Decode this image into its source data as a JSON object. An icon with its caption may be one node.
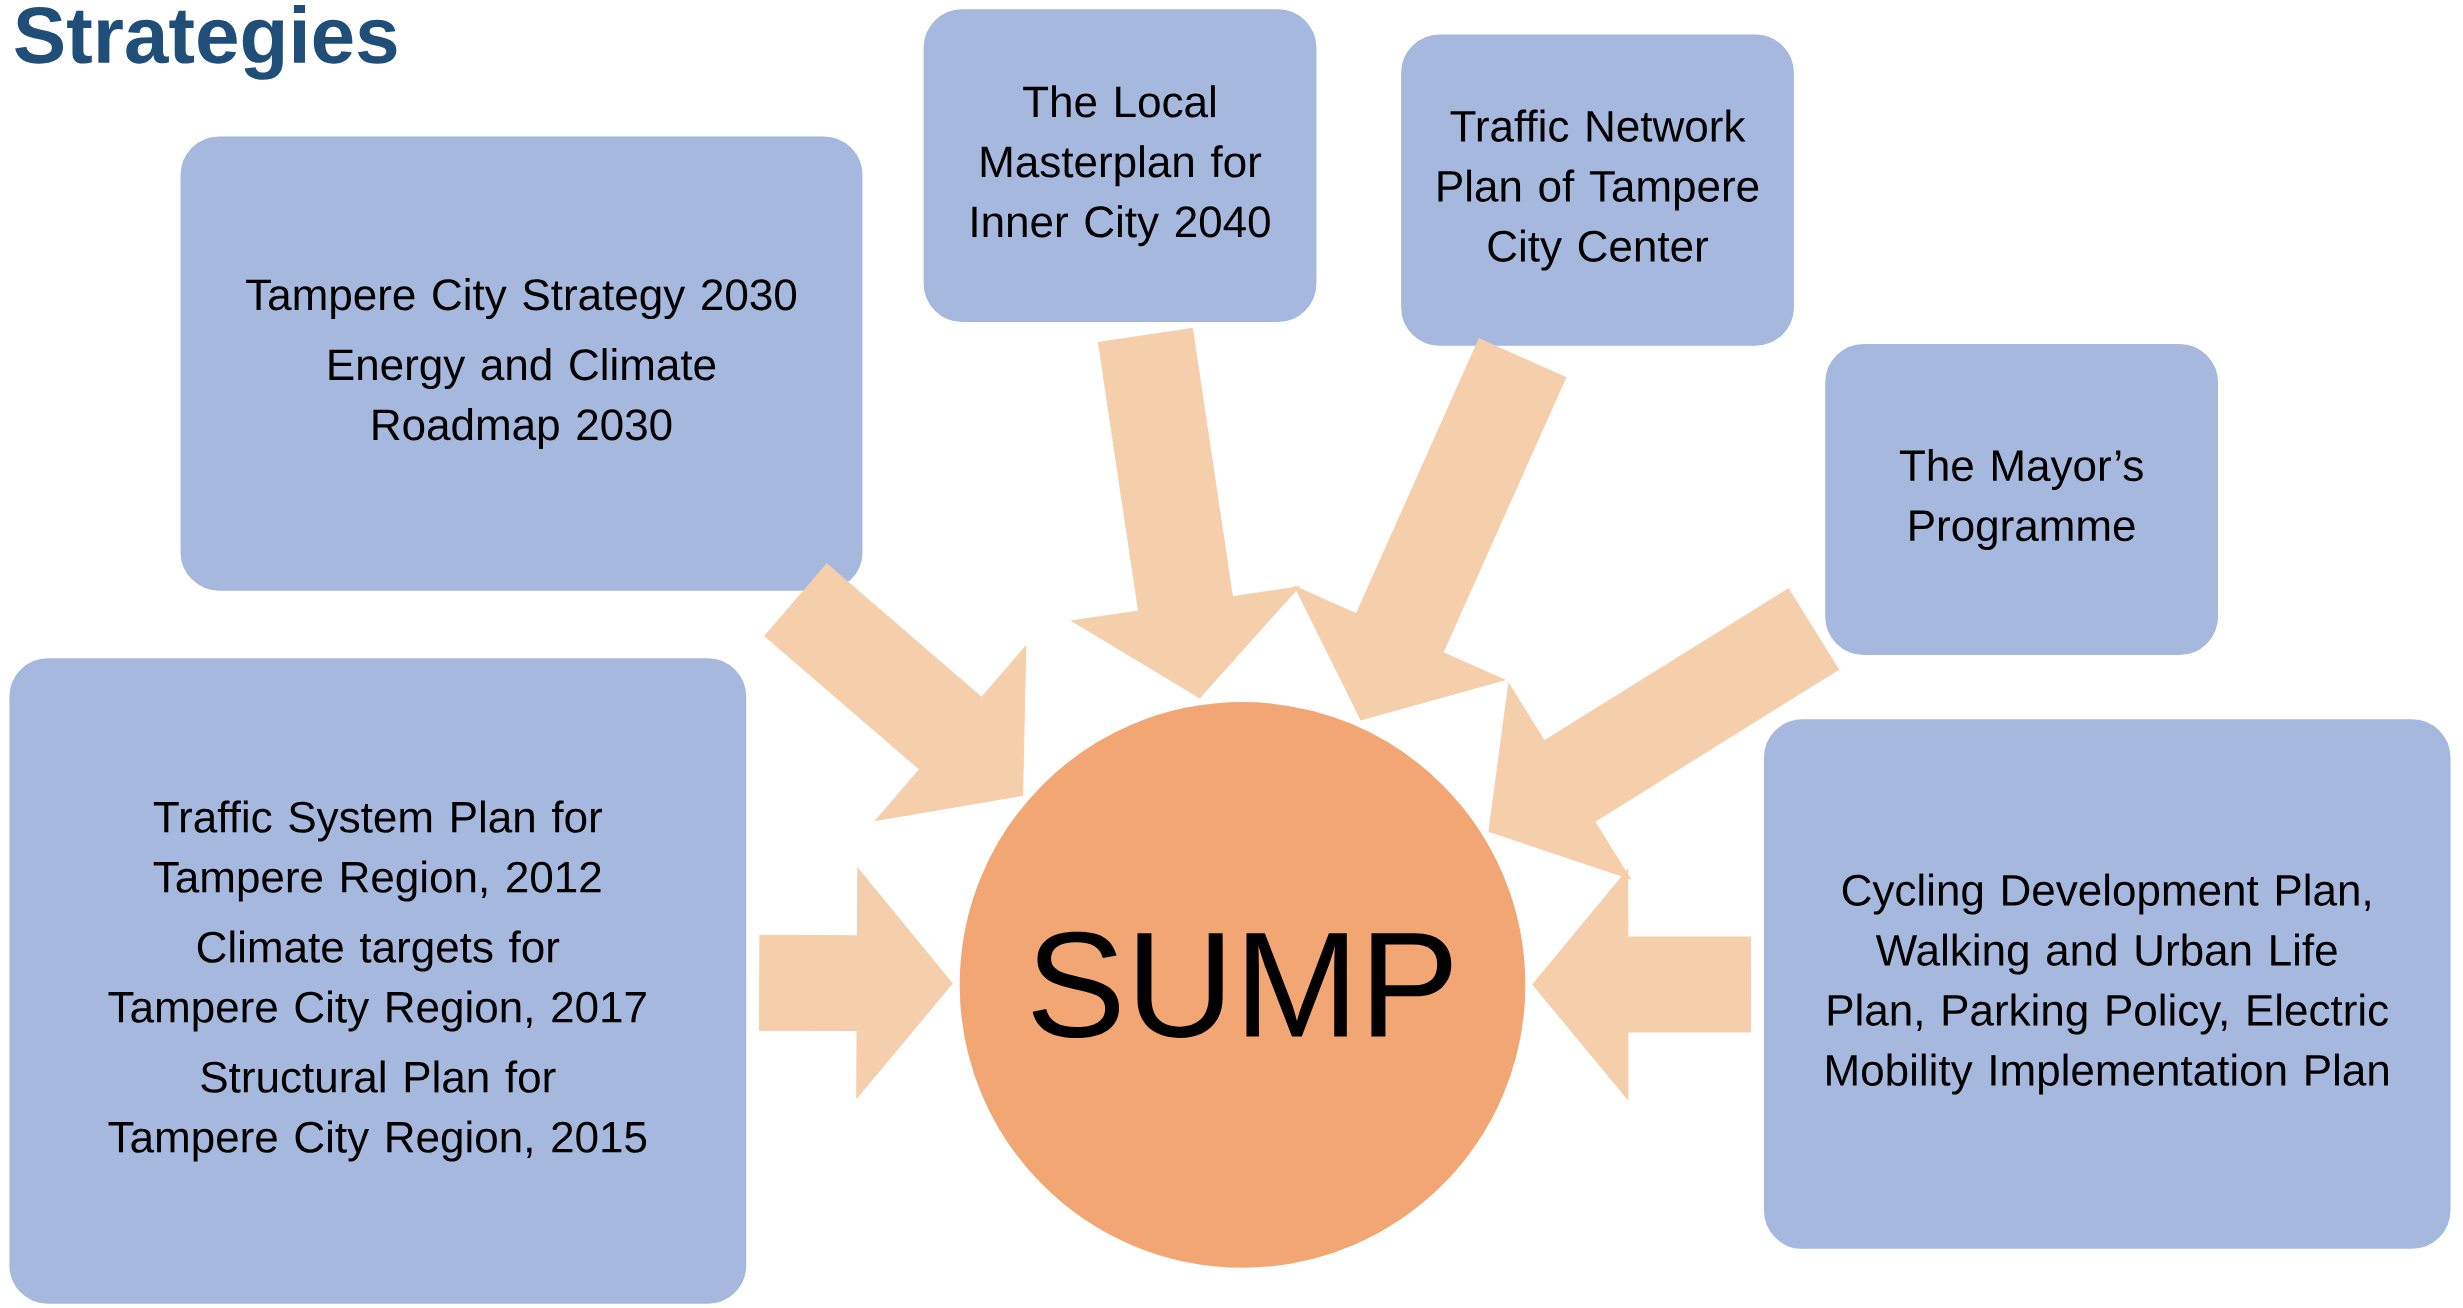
{
  "diagram": {
    "title": "Strategies",
    "nodes": [
      {
        "text": [
          "Tampere City Strategy 2030",
          "Energy and Climate Roadmap 2030"
        ]
      },
      {
        "text": [
          "The Local Masterplan for Inner City 2040"
        ]
      },
      {
        "text": [
          "Traffic Network Plan of Tampere City Center"
        ]
      },
      {
        "text": [
          "The Mayor’s Programme"
        ]
      },
      {
        "text": [
          "Traffic System Plan for Tampere Region, 2012",
          "Climate targets for Tampere City Region, 2017",
          "Structural Plan for Tampere City Region, 2015"
        ]
      },
      {
        "text": [
          "Cycling Development Plan, Walking and Urban Life Plan, Parking Policy, Electric Mobility Implementation Plan"
        ]
      },
      {
        "text": [
          "SUMP"
        ]
      }
    ],
    "edges": [
      {
        "from": 0,
        "to": 6,
        "arrow": "to"
      },
      {
        "from": 1,
        "to": 6,
        "arrow": "to"
      },
      {
        "from": 2,
        "to": 6,
        "arrow": "to"
      },
      {
        "from": 3,
        "to": 6,
        "arrow": "to"
      },
      {
        "from": 4,
        "to": 6,
        "arrow": "to"
      },
      {
        "from": 5,
        "to": 6,
        "arrow": "to"
      }
    ]
  }
}
